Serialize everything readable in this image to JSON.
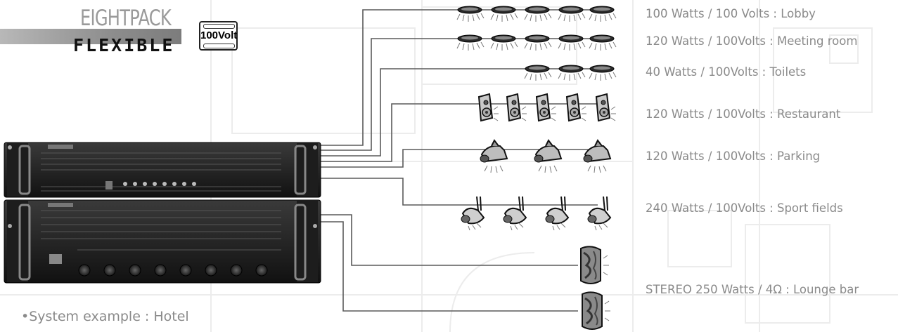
{
  "brand": {
    "line1": "EIGHTPACK",
    "line2": "FLEXIBLE",
    "badge": "100Volt"
  },
  "zones": [
    {
      "label": "100 Watts / 100 Volts : Lobby",
      "device": "ceiling-speaker",
      "count": 5
    },
    {
      "label": "120 Watts / 100Volts : Meeting room",
      "device": "ceiling-speaker",
      "count": 5
    },
    {
      "label": "40 Watts / 100Volts : Toilets",
      "device": "ceiling-speaker",
      "count": 3
    },
    {
      "label": "120 Watts / 100Volts : Restaurant",
      "device": "wall-speaker",
      "count": 5
    },
    {
      "label": "120 Watts / 100Volts : Parking",
      "device": "horn-speaker",
      "count": 3
    },
    {
      "label": "240 Watts / 100Volts : Sport fields",
      "device": "projector-speaker",
      "count": 4
    },
    {
      "label": "STEREO 250 Watts / 4Ω : Lounge bar",
      "device": "box-speaker",
      "count": 2
    }
  ],
  "caption": "•System example : Hotel"
}
